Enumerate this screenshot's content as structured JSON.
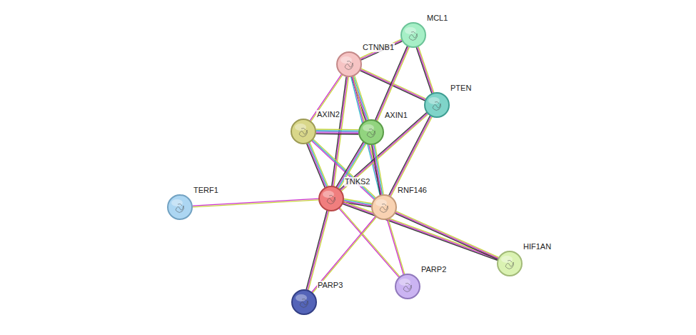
{
  "diagram": {
    "nodes": [
      {
        "text": [
          "MCL1"
        ]
      },
      {
        "text": [
          "CTNNB1"
        ]
      },
      {
        "text": [
          "PTEN"
        ]
      },
      {
        "text": [
          "AXIN2"
        ]
      },
      {
        "text": [
          "AXIN1"
        ]
      },
      {
        "text": [
          "TNKS2"
        ]
      },
      {
        "text": [
          "RNF146"
        ]
      },
      {
        "text": [
          "TERF1"
        ]
      },
      {
        "text": [
          "HIF1AN"
        ]
      },
      {
        "text": [
          "PARP3"
        ]
      },
      {
        "text": [
          "PARP2"
        ]
      }
    ],
    "edges": [
      {
        "from": 1,
        "to": 0,
        "arrow": "none"
      },
      {
        "from": 1,
        "to": 2,
        "arrow": "none"
      },
      {
        "from": 1,
        "to": 3,
        "arrow": "none"
      },
      {
        "from": 1,
        "to": 4,
        "arrow": "none"
      },
      {
        "from": 1,
        "to": 5,
        "arrow": "none"
      },
      {
        "from": 1,
        "to": 6,
        "arrow": "none"
      },
      {
        "from": 0,
        "to": 4,
        "arrow": "none"
      },
      {
        "from": 0,
        "to": 2,
        "arrow": "none"
      },
      {
        "from": 2,
        "to": 5,
        "arrow": "none"
      },
      {
        "from": 2,
        "to": 6,
        "arrow": "none"
      },
      {
        "from": 3,
        "to": 4,
        "arrow": "none"
      },
      {
        "from": 3,
        "to": 5,
        "arrow": "none"
      },
      {
        "from": 3,
        "to": 6,
        "arrow": "none"
      },
      {
        "from": 4,
        "to": 5,
        "arrow": "none"
      },
      {
        "from": 4,
        "to": 6,
        "arrow": "none"
      },
      {
        "from": 5,
        "to": 6,
        "arrow": "none"
      },
      {
        "from": 5,
        "to": 7,
        "arrow": "none"
      },
      {
        "from": 5,
        "to": 8,
        "arrow": "none"
      },
      {
        "from": 5,
        "to": 9,
        "arrow": "none"
      },
      {
        "from": 5,
        "to": 10,
        "arrow": "none"
      },
      {
        "from": 6,
        "to": 8,
        "arrow": "none"
      },
      {
        "from": 6,
        "to": 9,
        "arrow": "none"
      },
      {
        "from": 6,
        "to": 10,
        "arrow": "none"
      }
    ]
  }
}
